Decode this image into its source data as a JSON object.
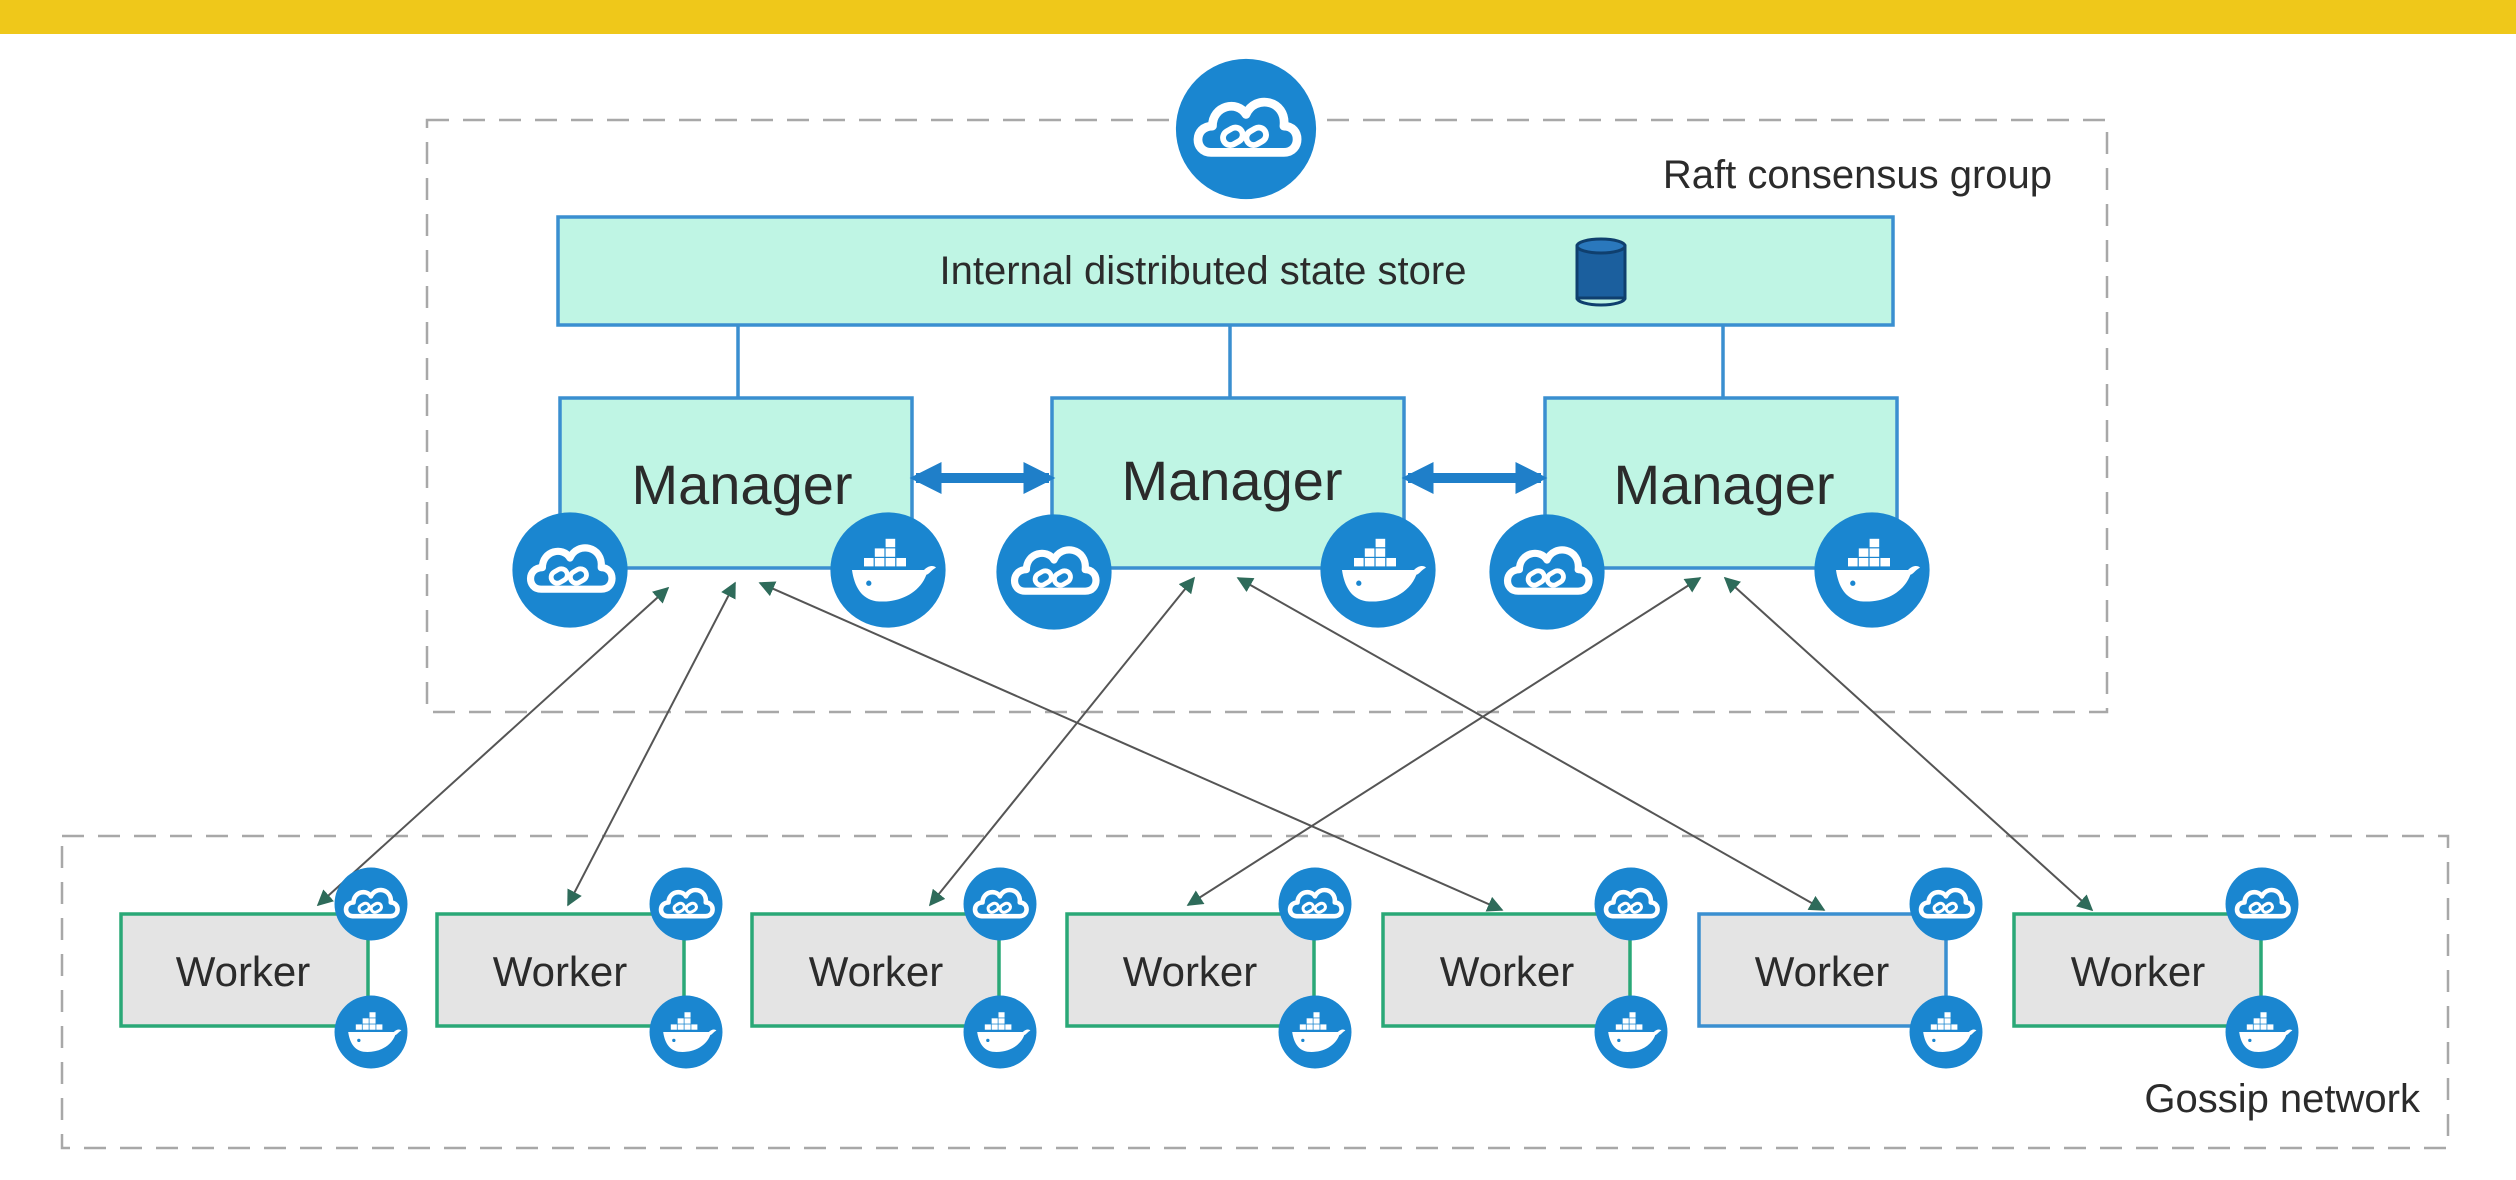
{
  "diagram": {
    "groups": {
      "raft": "Raft consensus group",
      "gossip": "Gossip network"
    },
    "state_store": {
      "label": "Internal distributed state store",
      "icon": "database-icon"
    },
    "managers": [
      {
        "label": "Manager"
      },
      {
        "label": "Manager"
      },
      {
        "label": "Manager"
      }
    ],
    "workers": [
      {
        "label": "Worker"
      },
      {
        "label": "Worker"
      },
      {
        "label": "Worker"
      },
      {
        "label": "Worker"
      },
      {
        "label": "Worker"
      },
      {
        "label": "Worker"
      },
      {
        "label": "Worker"
      }
    ],
    "icons": {
      "cloud": "cloud-link-icon",
      "whale": "docker-whale-icon"
    },
    "colors": {
      "accent_bar": "#efc81a",
      "manager_fill": "#bff5e4",
      "manager_border": "#3a8fd0",
      "worker_fill": "#e4e4e4",
      "worker_border": "#2aa877",
      "icon_blue": "#1a86d0",
      "arrow": "#555555"
    }
  }
}
